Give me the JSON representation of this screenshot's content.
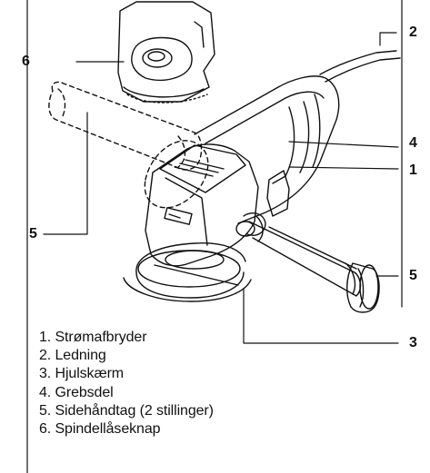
{
  "callouts": {
    "c1": "1",
    "c2": "2",
    "c3": "3",
    "c4": "4",
    "c5_left": "5",
    "c5_right": "5",
    "c6": "6"
  },
  "legend": [
    "1. Strømafbryder",
    "2. Ledning",
    "3. Hjulskærm",
    "4. Grebsdel",
    "5. Sidehåndtag (2 stillinger)",
    "6. Spindellåseknap"
  ]
}
